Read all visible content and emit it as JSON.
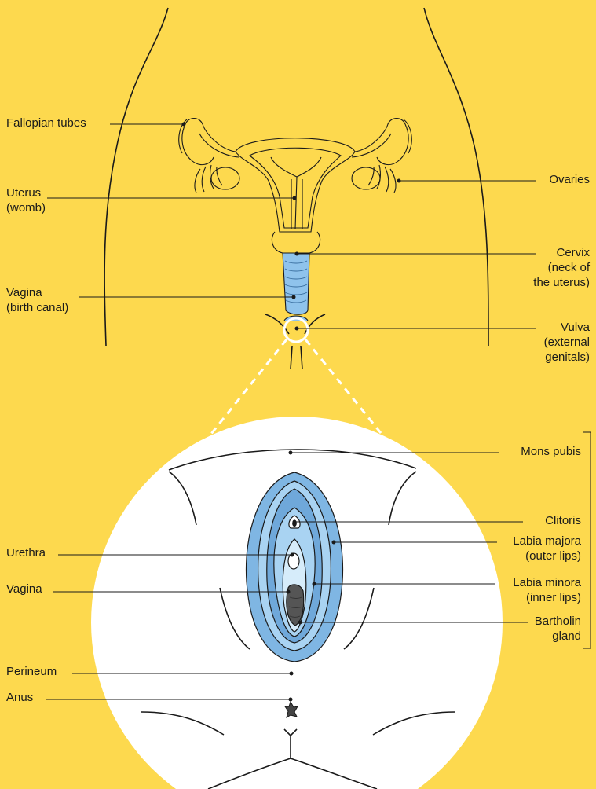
{
  "colors": {
    "background": "#FDD94E",
    "line": "#1a1a1a",
    "vagina_blue": "#8FC3EC",
    "outer_blue": "#7FB6E3",
    "inner_blue": "#A9D3F2",
    "zoom_circle": "#FFFFFF"
  },
  "labels": {
    "fallopian_tubes": "Fallopian tubes",
    "uterus": "Uterus",
    "uterus_sub": "(womb)",
    "vagina_top": "Vagina",
    "vagina_top_sub": "(birth canal)",
    "ovaries": "Ovaries",
    "cervix": "Cervix",
    "cervix_sub1": "(neck of",
    "cervix_sub2": "the uterus)",
    "vulva": "Vulva",
    "vulva_sub1": "(external",
    "vulva_sub2": "genitals)",
    "mons_pubis": "Mons pubis",
    "clitoris": "Clitoris",
    "labia_majora": "Labia majora",
    "labia_majora_sub": "(outer lips)",
    "labia_minora": "Labia minora",
    "labia_minora_sub": "(inner lips)",
    "bartholin": "Bartholin",
    "bartholin_sub": "gland",
    "urethra": "Urethra",
    "vagina_bottom": "Vagina",
    "perineum": "Perineum",
    "anus": "Anus"
  }
}
